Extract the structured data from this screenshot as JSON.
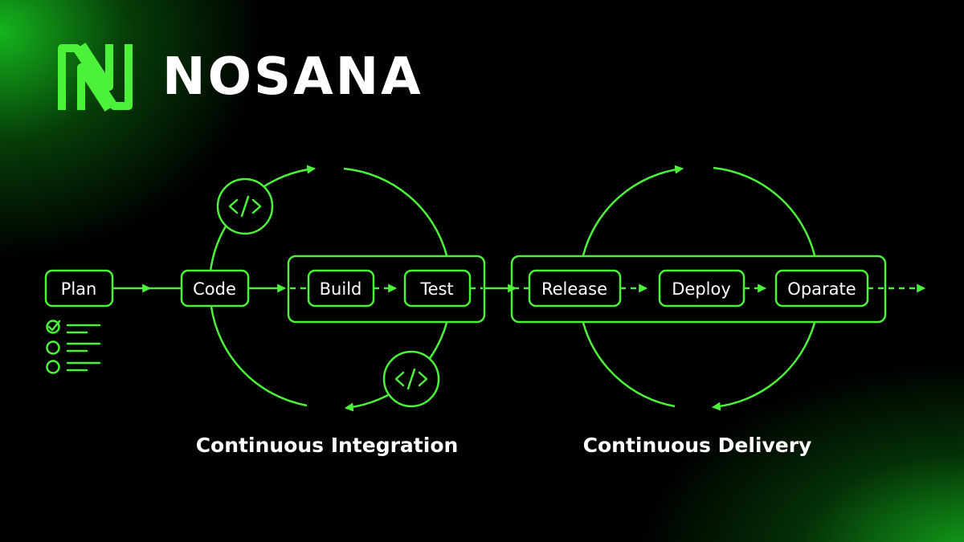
{
  "brand": {
    "name": "NOSANA",
    "logo_icon": "nosana-logo-icon",
    "accent_color": "#4cf23a",
    "background_color": "#000000",
    "glow_color": "#14b41c"
  },
  "pipeline": {
    "plan": "Plan",
    "code": "Code",
    "build": "Build",
    "test": "Test",
    "release": "Release",
    "deploy": "Deploy",
    "operate": "Oparate"
  },
  "sections": {
    "ci": "Continuous Integration",
    "cd": "Continuous Delivery"
  },
  "icons": [
    "code-icon",
    "checklist-icon",
    "arrow-icon"
  ]
}
